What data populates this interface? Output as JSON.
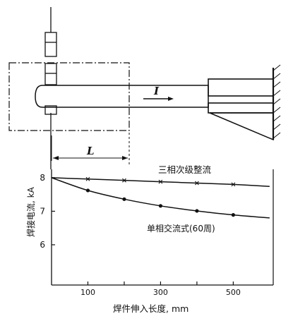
{
  "diagram": {
    "current_label": "I",
    "length_label": "L"
  },
  "chart_data": {
    "type": "line",
    "xlabel": "焊件伸入长度, mm",
    "ylabel": "焊接电流, kA",
    "xlim": [
      0,
      610
    ],
    "ylim": [
      4.8,
      8.25
    ],
    "x_ticks": [
      100,
      200,
      300,
      400,
      500
    ],
    "x_tick_labels": [
      "100",
      "300",
      "500"
    ],
    "y_ticks": [
      6,
      7,
      8
    ],
    "y_tick_labels": [
      "6",
      "7",
      "8"
    ],
    "grid": false,
    "series": [
      {
        "name": "三相次级整流",
        "marker": "x",
        "x": [
          0,
          100,
          200,
          300,
          400,
          500,
          600
        ],
        "y": [
          8.0,
          7.96,
          7.92,
          7.88,
          7.84,
          7.8,
          7.74
        ]
      },
      {
        "name": "单相交流式(60周)",
        "marker": "dot",
        "x": [
          0,
          100,
          200,
          300,
          400,
          500,
          600
        ],
        "y": [
          8.0,
          7.62,
          7.36,
          7.16,
          7.01,
          6.89,
          6.8
        ]
      }
    ]
  }
}
